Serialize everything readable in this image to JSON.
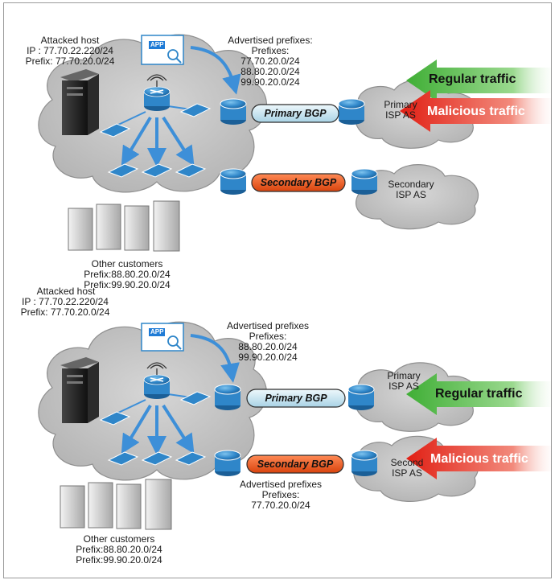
{
  "colors": {
    "cloud": "#c9c9c9",
    "router": "#2f86c9",
    "primary_link": "#cfe7f2",
    "secondary_link": "#f05a1e",
    "regular_arrow": "#55b948",
    "malicious_arrow": "#e8241c",
    "flow_arrow": "#3d8fd8"
  },
  "icons": [
    "app-search-icon",
    "router-icon",
    "switch-icon",
    "server-tower-icon",
    "wireless-icon"
  ],
  "top": {
    "attacked_host": [
      "Attacked host",
      "IP : 77.70.22.220/24",
      "Prefix: 77.70.20.0/24"
    ],
    "advertised": [
      "Advertised prefixes:",
      "Prefixes:",
      "77.70.20.0/24",
      "88.80.20.0/24",
      "99.90.20.0/24"
    ],
    "app_label": "APP",
    "primary_link": "Primary BGP",
    "secondary_link": "Secondary BGP",
    "primary_isp": [
      "Primary",
      "ISP AS"
    ],
    "secondary_isp": [
      "Secondary",
      "ISP AS"
    ],
    "regular_traffic": "Regular traffic",
    "malicious_traffic": "Malicious traffic",
    "customers": [
      "Other customers",
      "Prefix:88.80.20.0/24",
      "Prefix:99.90.20.0/24"
    ]
  },
  "bottom": {
    "attacked_host": [
      "Attacked host",
      "IP : 77.70.22.220/24",
      "Prefix: 77.70.20.0/24"
    ],
    "advertised_primary": [
      "Advertised prefixes",
      "Prefixes:",
      "88.80.20.0/24",
      "99.90.20.0/24"
    ],
    "app_label": "APP",
    "primary_link": "Primary BGP",
    "secondary_link": "Secondary BGP",
    "advertised_secondary": [
      "Advertised prefixes",
      "Prefixes:",
      "77.70.20.0/24"
    ],
    "primary_isp": [
      "Primary",
      "ISP AS"
    ],
    "secondary_isp": [
      "Second",
      "ISP AS"
    ],
    "regular_traffic": "Regular traffic",
    "malicious_traffic": "Malicious traffic",
    "customers": [
      "Other customers",
      "Prefix:88.80.20.0/24",
      "Prefix:99.90.20.0/24"
    ]
  }
}
